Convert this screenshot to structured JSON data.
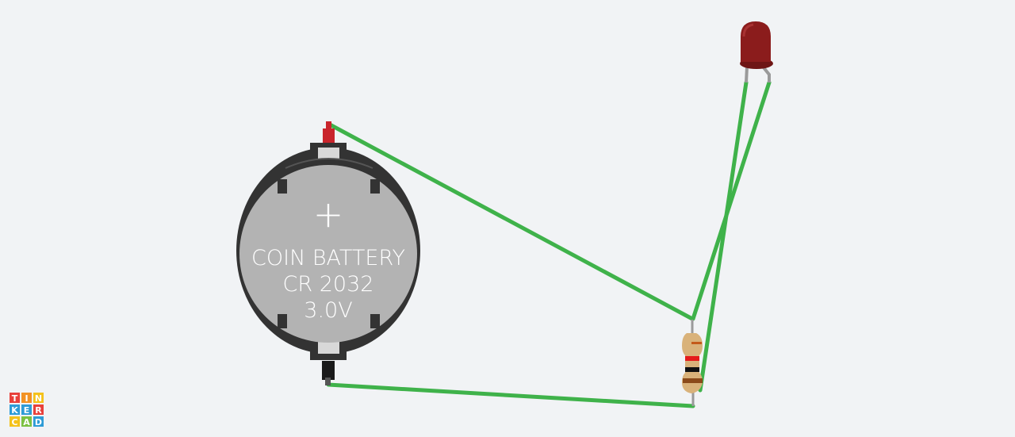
{
  "battery": {
    "label_line1": "COIN BATTERY",
    "label_line2": "CR 2032",
    "label_line3": "3.0V",
    "polarity_symbol": "+"
  },
  "logo": {
    "letters": [
      "T",
      "I",
      "N",
      "K",
      "E",
      "R",
      "C",
      "A",
      "D"
    ],
    "colors": [
      "#e8403b",
      "#f29224",
      "#f4c21b",
      "#2e9bd6",
      "#2e9bd6",
      "#e8403b",
      "#f4c21b",
      "#7bc142",
      "#2e9bd6"
    ]
  },
  "colors": {
    "wire": "#3fb24a",
    "wire_outline": "#2f9a39",
    "led": "#8b1c1c",
    "resistor_body": "#d9b27a",
    "battery_body": "#333333",
    "battery_cell": "#b3b3b3"
  },
  "resistor": {
    "bands": [
      "#c45a1a",
      "#e51b1b",
      "#111111",
      "#8b4a1a"
    ]
  }
}
